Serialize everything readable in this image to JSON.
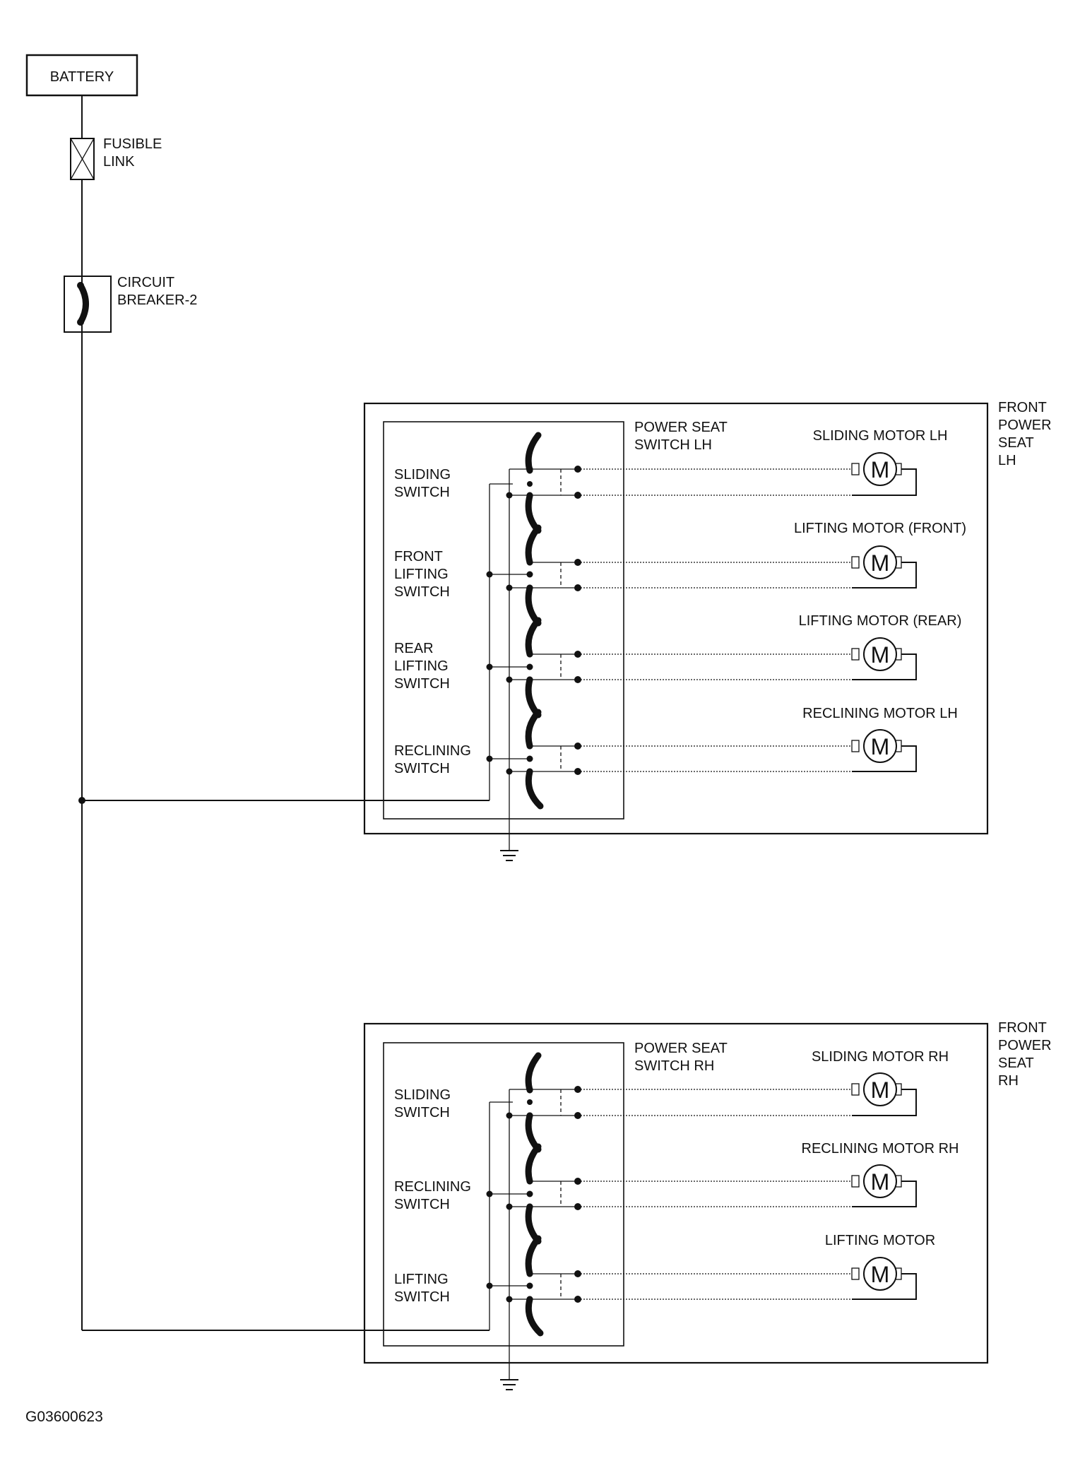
{
  "diagram_id": "G03600623",
  "battery": {
    "label": "BATTERY"
  },
  "fusible_link": {
    "line1": "FUSIBLE",
    "line2": "LINK"
  },
  "circuit_breaker": {
    "line1": "CIRCUIT",
    "line2": "BREAKER-2"
  },
  "lh": {
    "unit_lines": [
      "FRONT",
      "POWER",
      "SEAT",
      "LH"
    ],
    "switch_lines": [
      "POWER SEAT",
      "SWITCH LH"
    ],
    "groups": [
      {
        "switch_lines": [
          "SLIDING",
          "SWITCH"
        ],
        "motor": "SLIDING MOTOR LH"
      },
      {
        "switch_lines": [
          "FRONT",
          "LIFTING",
          "SWITCH"
        ],
        "motor": "LIFTING MOTOR (FRONT)"
      },
      {
        "switch_lines": [
          "REAR",
          "LIFTING",
          "SWITCH"
        ],
        "motor": "LIFTING MOTOR (REAR)"
      },
      {
        "switch_lines": [
          "RECLINING",
          "SWITCH"
        ],
        "motor": "RECLINING MOTOR LH"
      }
    ]
  },
  "rh": {
    "unit_lines": [
      "FRONT",
      "POWER",
      "SEAT",
      "RH"
    ],
    "switch_lines": [
      "POWER SEAT",
      "SWITCH RH"
    ],
    "groups": [
      {
        "switch_lines": [
          "SLIDING",
          "SWITCH"
        ],
        "motor": "SLIDING MOTOR RH"
      },
      {
        "switch_lines": [
          "RECLINING",
          "SWITCH"
        ],
        "motor": "RECLINING MOTOR RH"
      },
      {
        "switch_lines": [
          "LIFTING",
          "SWITCH"
        ],
        "motor": "LIFTING MOTOR"
      }
    ]
  },
  "motor_symbol": "M"
}
